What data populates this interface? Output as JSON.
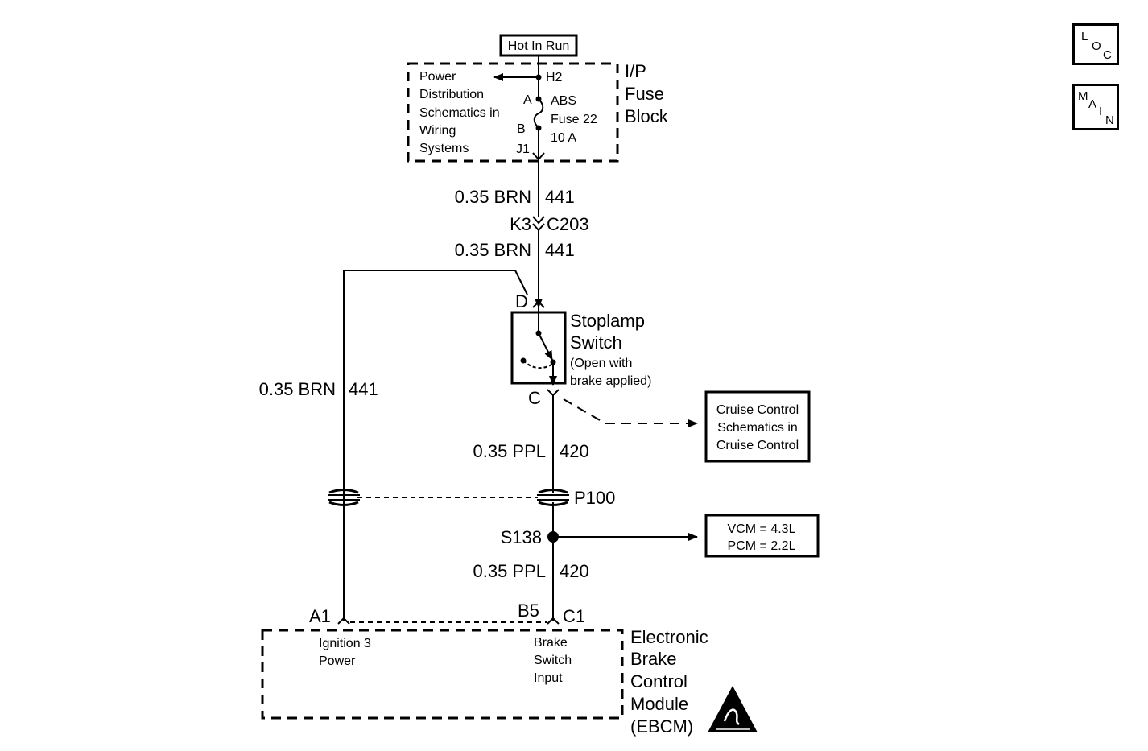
{
  "nav": {
    "loc": [
      "L",
      "O",
      "C"
    ],
    "main": [
      "M",
      "A",
      "I",
      "N"
    ]
  },
  "top": {
    "hot_in_run": "Hot In Run",
    "power_dist": [
      "Power",
      "Distribution",
      "Schematics in",
      "Wiring",
      "Systems"
    ],
    "h2": "H2",
    "pin_a": "A",
    "pin_b": "B",
    "j1": "J1",
    "fuse": [
      "ABS",
      "Fuse 22",
      "10 A"
    ],
    "fuse_block": [
      "I/P",
      "Fuse",
      "Block"
    ]
  },
  "wires": {
    "w1": "0.35 BRN",
    "w1_circuit": "441",
    "k3": "K3",
    "c203": "C203",
    "w2": "0.35 BRN",
    "w2_circuit": "441",
    "w_left": "0.35 BRN",
    "w_left_circuit": "441",
    "w3": "0.35 PPL",
    "w3_circuit": "420",
    "w4": "0.35 PPL",
    "w4_circuit": "420"
  },
  "switch": {
    "pin_d": "D",
    "pin_c": "C",
    "label": [
      "Stoplamp",
      "Switch"
    ],
    "note": [
      "(Open with",
      "brake applied)"
    ]
  },
  "cruise": [
    "Cruise Control",
    "Schematics in",
    "Cruise Control"
  ],
  "p100": "P100",
  "s138": "S138",
  "vcm": [
    "VCM = 4.3L",
    "PCM = 2.2L"
  ],
  "module": {
    "a1": "A1",
    "b5": "B5",
    "c1": "C1",
    "ign": [
      "Ignition 3",
      "Power"
    ],
    "brake_input": [
      "Brake",
      "Switch",
      "Input"
    ],
    "label": [
      "Electronic",
      "Brake",
      "Control",
      "Module",
      "(EBCM)"
    ]
  }
}
